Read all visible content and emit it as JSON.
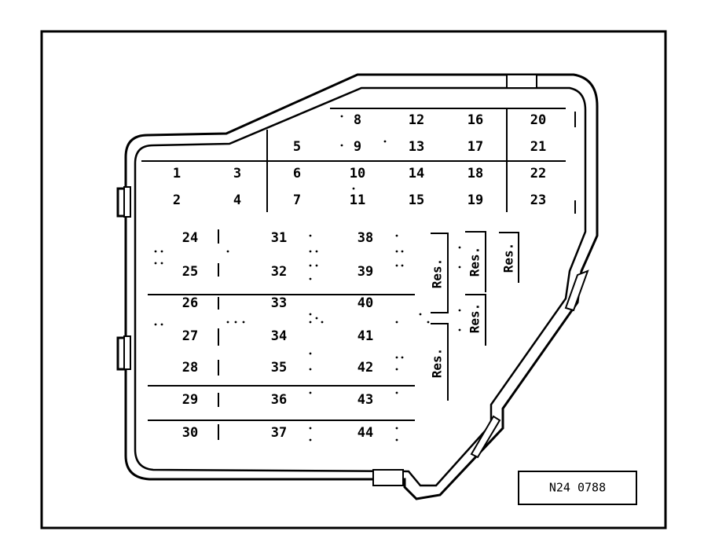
{
  "fuses_top": [
    [
      "8",
      "12",
      "16",
      "20"
    ],
    [
      "5",
      "9",
      "13",
      "17",
      "21"
    ],
    [
      "1",
      "3",
      "6",
      "10",
      "14",
      "18",
      "22"
    ],
    [
      "2",
      "4",
      "7",
      "11",
      "15",
      "19",
      "23"
    ]
  ],
  "fuses_bottom": [
    [
      "24",
      "31",
      "38"
    ],
    [
      "25",
      "32",
      "39"
    ],
    [
      "26",
      "33",
      "40"
    ],
    [
      "27",
      "34",
      "41"
    ],
    [
      "28",
      "35",
      "42"
    ],
    [
      "29",
      "36",
      "43"
    ],
    [
      "30",
      "37",
      "44"
    ]
  ],
  "reserve_labels": [
    "Res.",
    "Res.",
    "Res.",
    "Res.",
    "Res."
  ],
  "reference_code": "N24 0788"
}
